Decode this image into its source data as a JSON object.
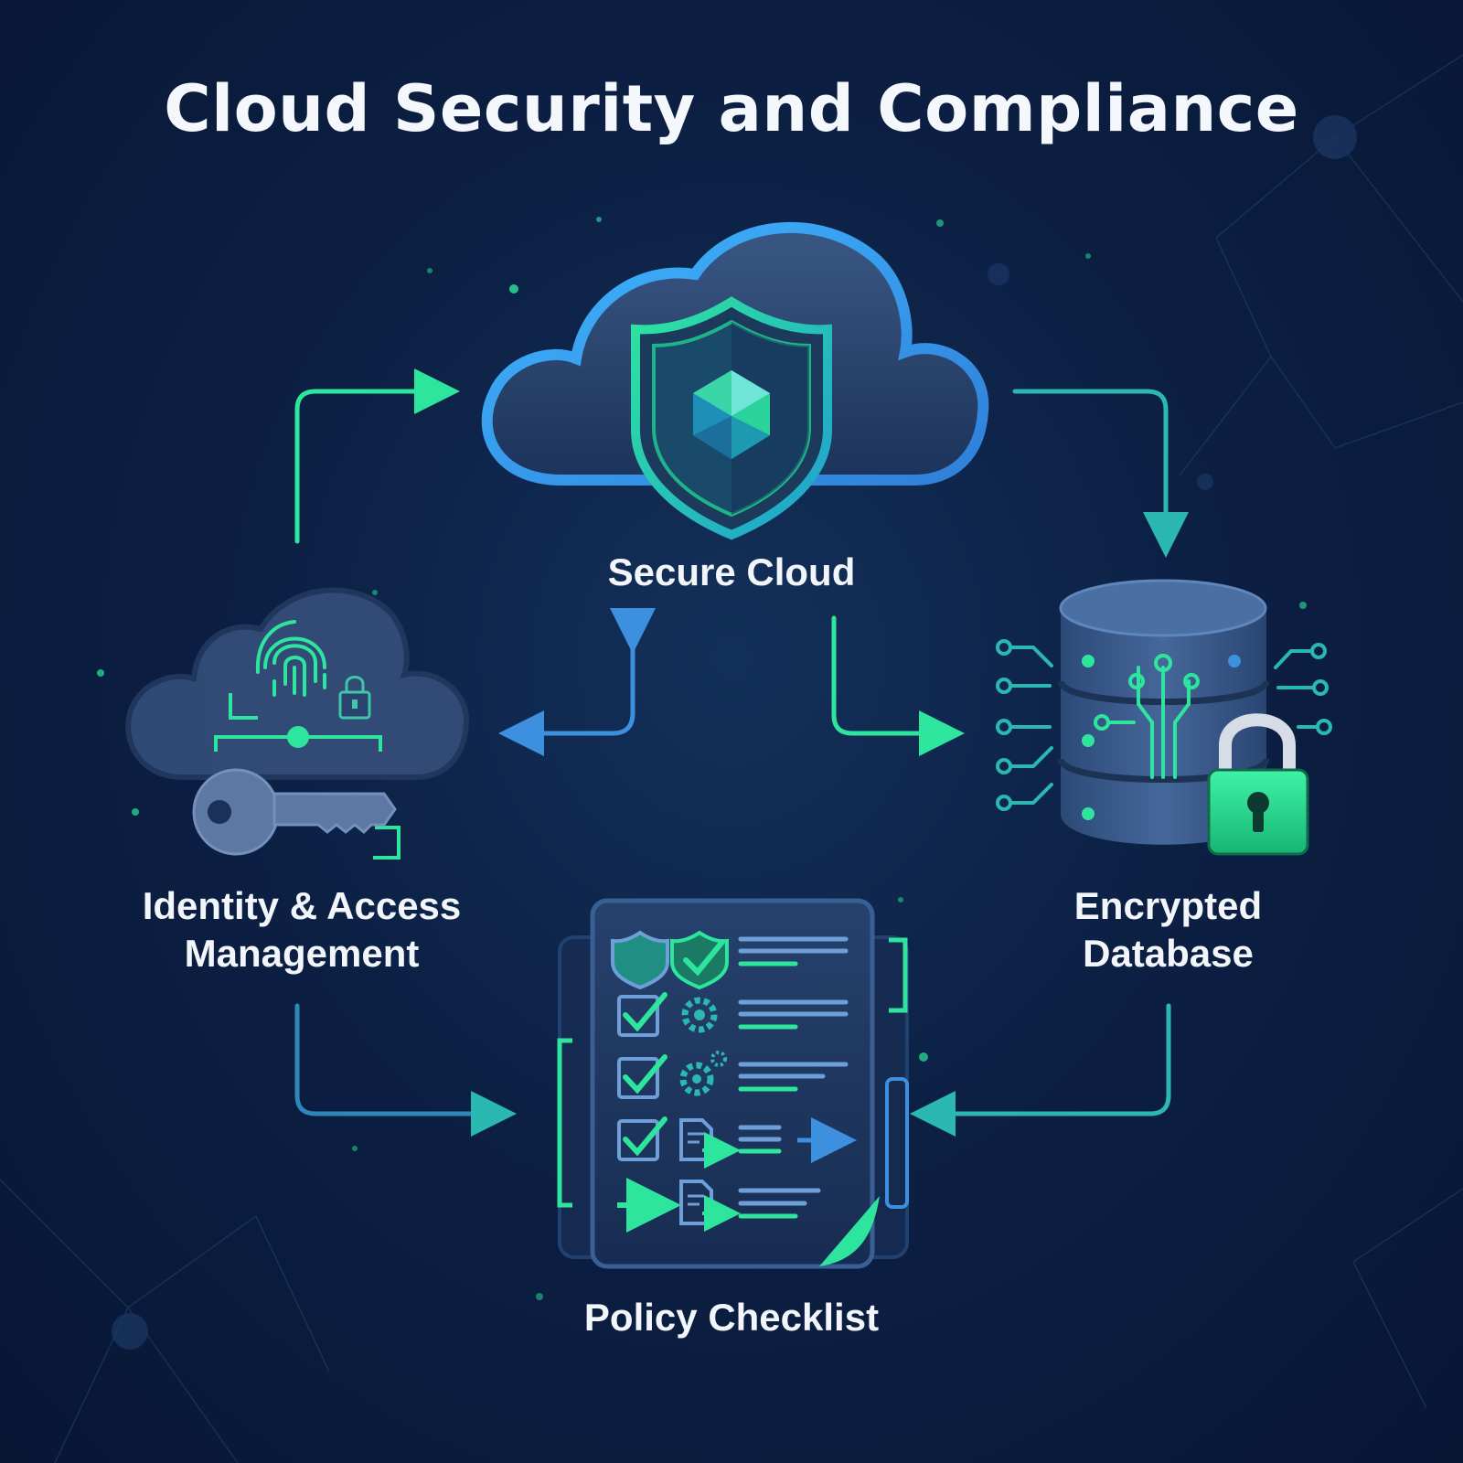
{
  "title": "Cloud Security and Compliance",
  "nodes": {
    "secure_cloud": {
      "label": "Secure Cloud"
    },
    "iam": {
      "label_line1": "Identity & Access",
      "label_line2": "Management"
    },
    "database": {
      "label_line1": "Encrypted",
      "label_line2": "Database"
    },
    "policy": {
      "label": "Policy Checklist"
    }
  },
  "colors": {
    "background": "#0c2044",
    "accent_green": "#2ee59d",
    "accent_cyan": "#3fd3e6",
    "accent_blue": "#3d8fe0",
    "cloud_fill": "#2a4570",
    "text": "#f2f5fa"
  }
}
